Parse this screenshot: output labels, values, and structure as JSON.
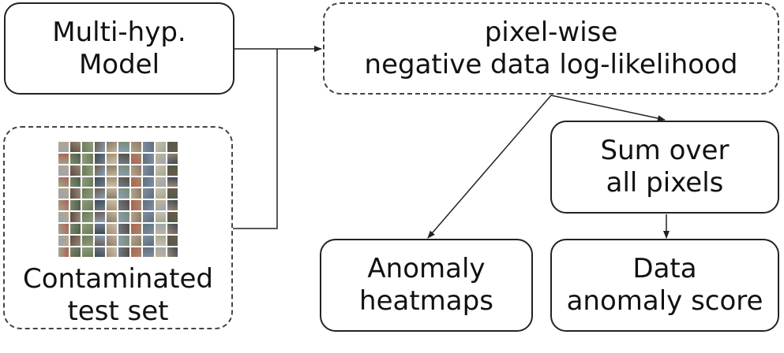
{
  "nodes": {
    "model": {
      "lines": [
        "Multi-hyp.",
        "Model"
      ]
    },
    "nll": {
      "lines": [
        "pixel-wise",
        "negative data log-likelihood"
      ]
    },
    "testset": {
      "lines": [
        "Contaminated",
        "test set"
      ]
    },
    "sum": {
      "lines": [
        "Sum over",
        "all pixels"
      ]
    },
    "heatmaps": {
      "lines": [
        "Anomaly",
        "heatmaps"
      ]
    },
    "score": {
      "lines": [
        "Data",
        "anomaly score"
      ]
    }
  },
  "image_grid": {
    "rows": 10,
    "cols": 10,
    "icon": "image-grid-thumbnail"
  },
  "colors": {
    "stroke": "#222222",
    "dashed_border": "#444444"
  }
}
